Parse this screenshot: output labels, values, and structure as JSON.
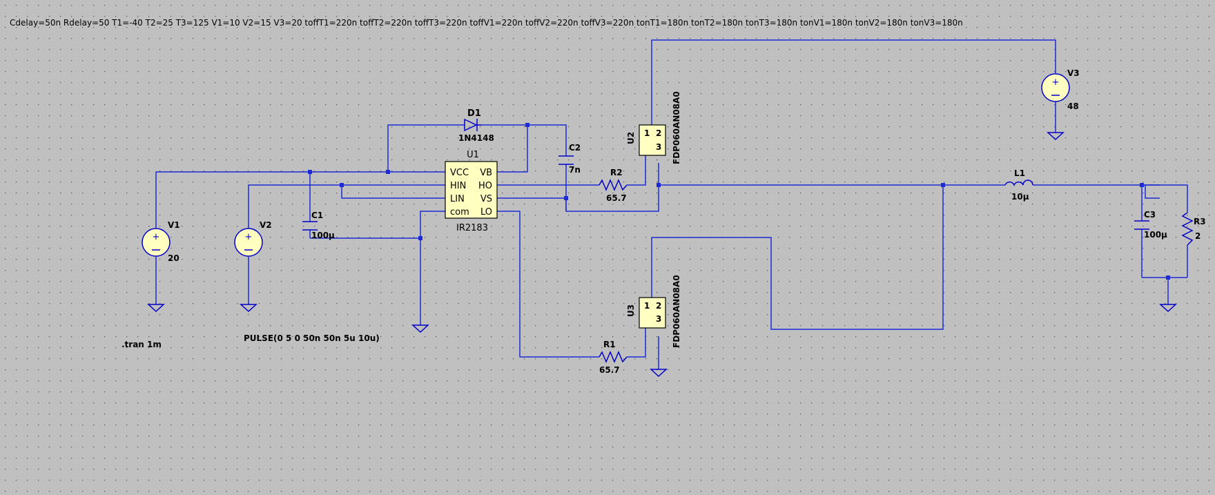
{
  "header": {
    "params": "Cdelay=50n Rdelay=50 T1=-40 T2=25 T3=125 V1=10 V2=15 V3=20 toffT1=220n toffT2=220n toffT3=220n toffV1=220n toffV2=220n toffV3=220n tonT1=180n tonT2=180n tonT3=180n tonV1=180n tonV2=180n tonV3=180n"
  },
  "directives": {
    "tran": ".tran 1m",
    "pulse": "PULSE(0 5 0 50n 50n 5u 10u)"
  },
  "components": {
    "U1": {
      "name": "U1",
      "model": "IR2183",
      "pins": {
        "vcc": "VCC",
        "hin": "HIN",
        "lin": "LIN",
        "com": "com",
        "vb": "VB",
        "ho": "HO",
        "vs": "VS",
        "lo": "LO"
      }
    },
    "D1": {
      "name": "D1",
      "model": "1N4148"
    },
    "C1": {
      "name": "C1",
      "value": "100µ"
    },
    "C2": {
      "name": "C2",
      "value": "7n"
    },
    "C3": {
      "name": "C3",
      "value": "100µ"
    },
    "R1": {
      "name": "R1",
      "value": "65.7"
    },
    "R2": {
      "name": "R2",
      "value": "65.7"
    },
    "R3": {
      "name": "R3",
      "value": "2"
    },
    "L1": {
      "name": "L1",
      "value": "10µ"
    },
    "V1": {
      "name": "V1",
      "value": "20"
    },
    "V2": {
      "name": "V2",
      "value": ""
    },
    "V3": {
      "name": "V3",
      "value": "48"
    },
    "U2": {
      "name": "U2",
      "model": "FDP060AN08A0",
      "pin1": "1",
      "pin2": "2",
      "pin3": "3"
    },
    "U3": {
      "name": "U3",
      "model": "FDP060AN08A0",
      "pin1": "1",
      "pin2": "2",
      "pin3": "3"
    }
  },
  "colors": {
    "background": "#c0c0c0",
    "wire": "#1c2bd6",
    "component_fill": "#ffffc0",
    "grid_dot": "#555555"
  }
}
